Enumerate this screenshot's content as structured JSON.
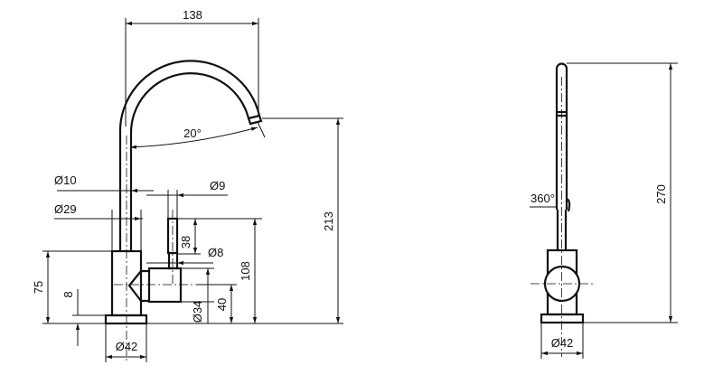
{
  "front_view": {
    "dimensions": {
      "spout_reach": "138",
      "spout_angle": "20°",
      "spout_height": "213",
      "stem_diameter": "Ø10",
      "body_diameter": "Ø29",
      "lever_diameter": "Ø9",
      "lever_height": "38",
      "lever_stem_diameter": "Ø8",
      "lever_top_height": "108",
      "handle_center_height": "40",
      "handle_diameter": "Ø34",
      "body_height": "75",
      "base_thickness": "8",
      "base_diameter": "Ø42"
    }
  },
  "side_view": {
    "dimensions": {
      "total_height": "270",
      "rotation": "360°",
      "base_diameter": "Ø42"
    }
  }
}
